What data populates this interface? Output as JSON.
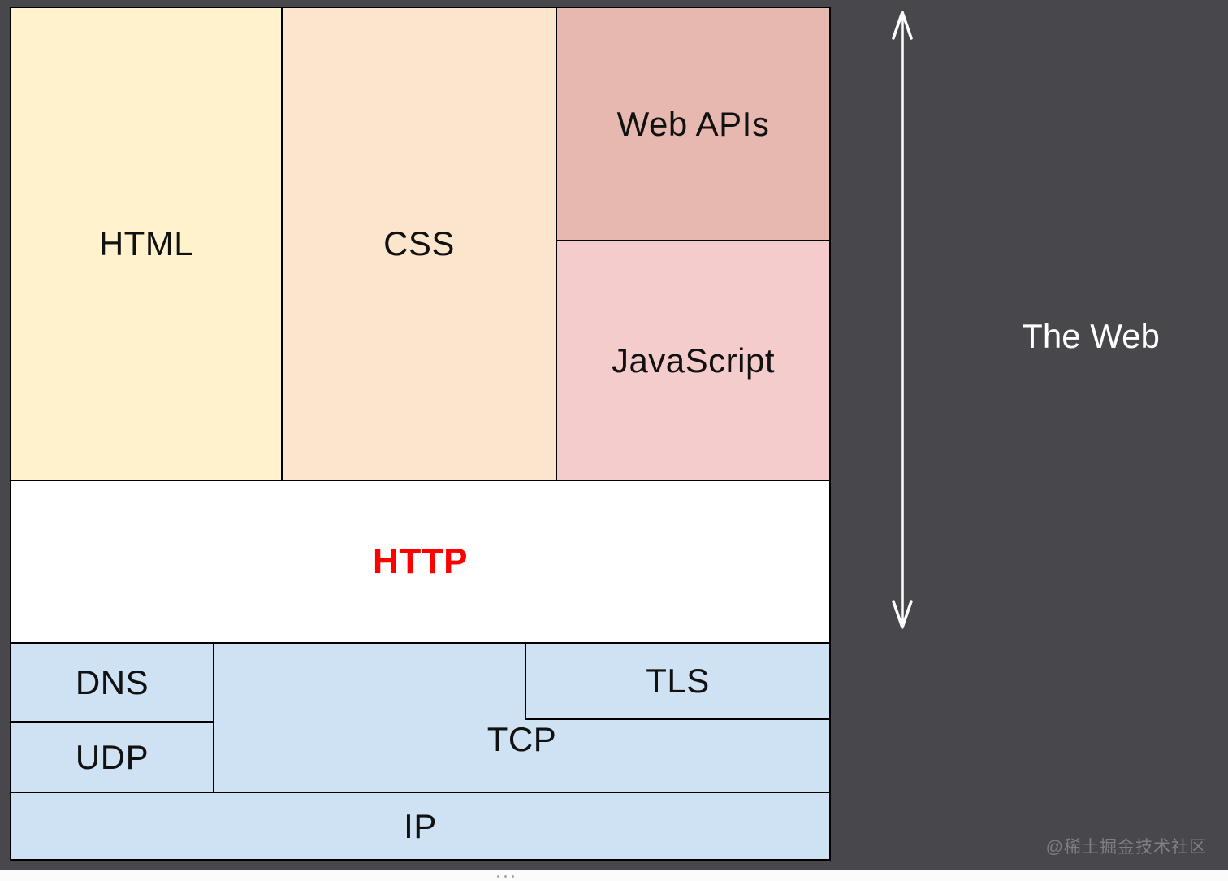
{
  "boxes": {
    "html": {
      "label": "HTML",
      "color": "#FFF2CC"
    },
    "css": {
      "label": "CSS",
      "color": "#FCE5CD"
    },
    "webapis": {
      "label": "Web APIs",
      "color": "#E6B8AF"
    },
    "javascript": {
      "label": "JavaScript",
      "color": "#F4CCCC"
    },
    "http": {
      "label": "HTTP",
      "color": "#FFFFFF",
      "text_color": "#FF0000"
    },
    "dns": {
      "label": "DNS",
      "color": "#CFE2F3"
    },
    "udp": {
      "label": "UDP",
      "color": "#CFE2F3"
    },
    "tcp": {
      "label": "TCP",
      "color": "#CFE2F3"
    },
    "tls": {
      "label": "TLS",
      "color": "#CFE2F3"
    },
    "ip": {
      "label": "IP",
      "color": "#CFE2F3"
    }
  },
  "side": {
    "label": "The Web",
    "arrow_color": "#FFFFFF"
  },
  "watermark": {
    "text": "@稀土掘金技术社区"
  },
  "page": {
    "background": "#48484C",
    "border_color": "#000000"
  }
}
